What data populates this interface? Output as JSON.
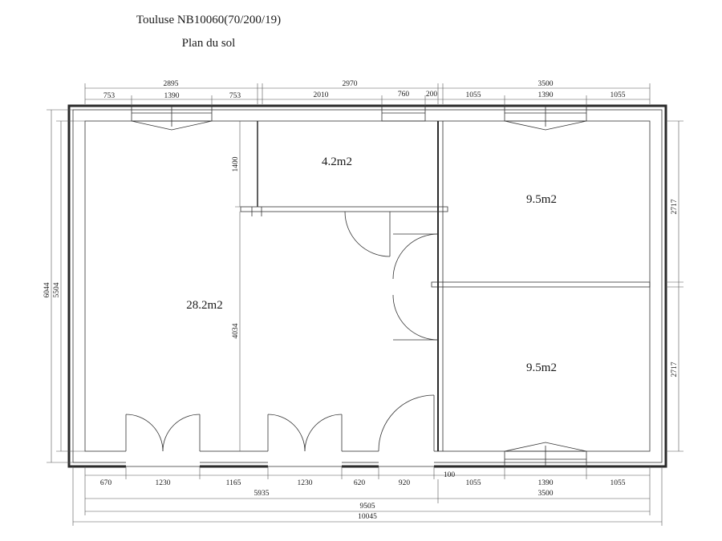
{
  "header": {
    "title": "Touluse NB10060(70/200/19)",
    "subtitle": "Plan du sol"
  },
  "rooms": {
    "top_middle": "4.2m2",
    "top_right": "9.5m2",
    "left": "28.2m2",
    "bottom_right": "9.5m2"
  },
  "dimensions": {
    "top_overall": [
      "2895",
      "2970",
      "3500"
    ],
    "top_detail": [
      "753",
      "1390",
      "753",
      "2010",
      "760",
      "200",
      "1055",
      "1390",
      "1055"
    ],
    "left": [
      "6044",
      "5504"
    ],
    "inner": [
      "1400",
      "4034"
    ],
    "right": [
      "2717",
      "2717"
    ],
    "bottom_detail": [
      "670",
      "1230",
      "1165",
      "1230",
      "620",
      "920",
      "100",
      "1055",
      "1390",
      "1055"
    ],
    "bottom_mid": [
      "5935",
      "3500"
    ],
    "bottom_total_1": "9505",
    "bottom_total_2": "10045"
  }
}
